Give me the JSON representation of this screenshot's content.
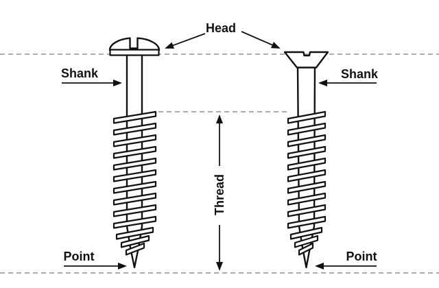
{
  "diagram": {
    "labels": {
      "head": "Head",
      "shank_left": "Shank",
      "shank_right": "Shank",
      "thread": "Thread",
      "point_left": "Point",
      "point_right": "Point"
    },
    "colors": {
      "line": "#111111",
      "dash": "#8f8f8f",
      "background": "#ffffff"
    }
  }
}
